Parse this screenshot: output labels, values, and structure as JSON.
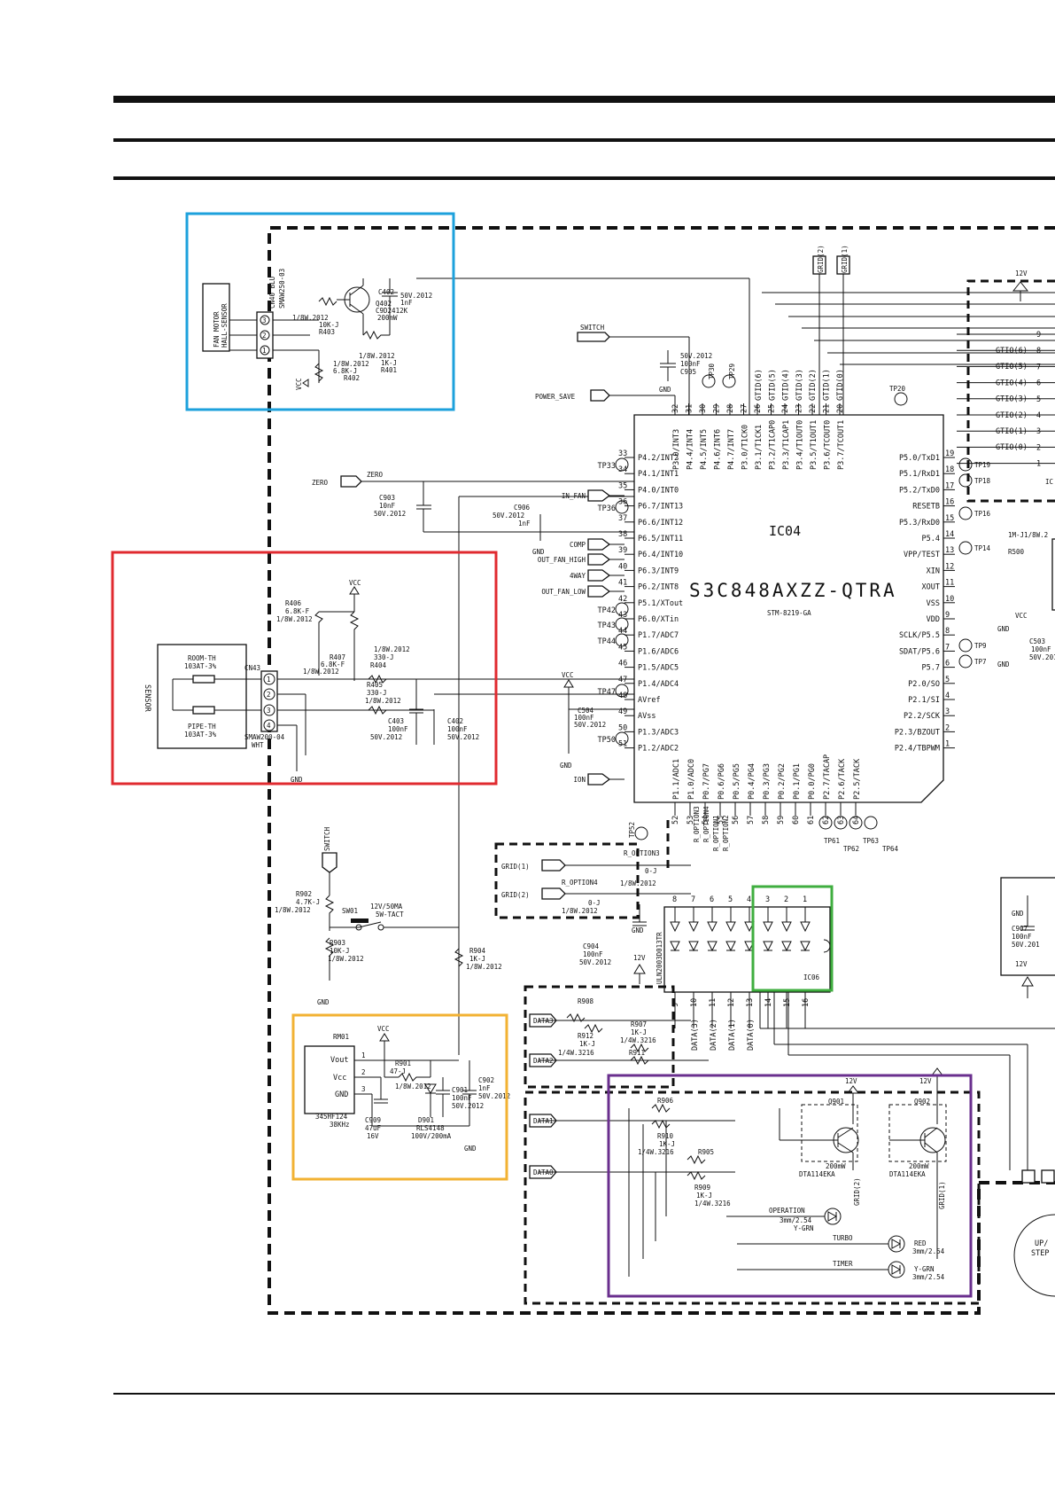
{
  "highlight_colors": {
    "blue": "#1da1dc",
    "red": "#e02a2f",
    "orange": "#f2b233",
    "green": "#3fae3f",
    "purple": "#6a2f8e"
  },
  "ic04": {
    "ref": "IC04",
    "part": "S3C848AXZZ-QTRA",
    "sub": "STM-8219-GA",
    "left_pins": [
      {
        "n": "33",
        "name": "P4.2/INT2"
      },
      {
        "n": "34",
        "name": "P4.1/INT1"
      },
      {
        "n": "35",
        "name": "P4.0/INT0"
      },
      {
        "n": "36",
        "name": "P6.7/INT13"
      },
      {
        "n": "37",
        "name": "P6.6/INT12"
      },
      {
        "n": "38",
        "name": "P6.5/INT11"
      },
      {
        "n": "39",
        "name": "P6.4/INT10"
      },
      {
        "n": "40",
        "name": "P6.3/INT9"
      },
      {
        "n": "41",
        "name": "P6.2/INT8"
      },
      {
        "n": "42",
        "name": "P5.1/XTout"
      },
      {
        "n": "43",
        "name": "P6.0/XTin"
      },
      {
        "n": "44",
        "name": "P1.7/ADC7"
      },
      {
        "n": "45",
        "name": "P1.6/ADC6"
      },
      {
        "n": "46",
        "name": "P1.5/ADC5"
      },
      {
        "n": "47",
        "name": "P1.4/ADC4"
      },
      {
        "n": "48",
        "name": "AVref"
      },
      {
        "n": "49",
        "name": "AVss"
      },
      {
        "n": "50",
        "name": "P1.3/ADC3"
      },
      {
        "n": "51",
        "name": "P1.2/ADC2"
      }
    ],
    "right_pins": [
      {
        "n": "19",
        "name": "P5.0/TxD1"
      },
      {
        "n": "18",
        "name": "P5.1/RxD1"
      },
      {
        "n": "17",
        "name": "P5.2/TxD0"
      },
      {
        "n": "16",
        "name": "RESETB"
      },
      {
        "n": "15",
        "name": "P5.3/RxD0"
      },
      {
        "n": "14",
        "name": "P5.4"
      },
      {
        "n": "13",
        "name": "VPP/TEST"
      },
      {
        "n": "12",
        "name": "XIN"
      },
      {
        "n": "11",
        "name": "XOUT"
      },
      {
        "n": "10",
        "name": "VSS"
      },
      {
        "n": "9",
        "name": "VDD"
      },
      {
        "n": "8",
        "name": "SCLK/P5.5"
      },
      {
        "n": "7",
        "name": "SDAT/P5.6"
      },
      {
        "n": "6",
        "name": "P5.7"
      },
      {
        "n": "5",
        "name": "P2.0/SO"
      },
      {
        "n": "4",
        "name": "P2.1/SI"
      },
      {
        "n": "3",
        "name": "P2.2/SCK"
      },
      {
        "n": "2",
        "name": "P2.3/BZOUT"
      },
      {
        "n": "1",
        "name": "P2.4/TBPWM"
      }
    ],
    "top_pins": [
      {
        "n": "32",
        "name": "P3.0/INT3"
      },
      {
        "n": "31",
        "name": "P4.4/INT4"
      },
      {
        "n": "30",
        "name": "P4.5/INT5"
      },
      {
        "n": "29",
        "name": "P4.6/INT6"
      },
      {
        "n": "28",
        "name": "P4.7/INT7"
      },
      {
        "n": "27",
        "name": "P3.0/T1CK0"
      },
      {
        "n": "26",
        "name": "P3.1/T1CK1"
      },
      {
        "n": "25",
        "name": "P3.2/T1CAP0"
      },
      {
        "n": "24",
        "name": "P3.3/T1CAP1"
      },
      {
        "n": "23",
        "name": "P3.4/T1OUT0"
      },
      {
        "n": "22",
        "name": "P3.5/T1OUT1"
      },
      {
        "n": "21",
        "name": "P3.6/TCOUT0"
      },
      {
        "n": "20",
        "name": "P3.7/TCOUT1"
      }
    ],
    "bottom_pins": [
      {
        "n": "52",
        "name": "P1.1/ADC1"
      },
      {
        "n": "53",
        "name": "P1.0/ADC0"
      },
      {
        "n": "54",
        "name": "P0.7/PG7"
      },
      {
        "n": "55",
        "name": "P0.6/PG6"
      },
      {
        "n": "56",
        "name": "P0.5/PG5"
      },
      {
        "n": "57",
        "name": "P0.4/PG4"
      },
      {
        "n": "58",
        "name": "P0.3/PG3"
      },
      {
        "n": "59",
        "name": "P0.2/PG2"
      },
      {
        "n": "60",
        "name": "P0.1/PG1"
      },
      {
        "n": "61",
        "name": "P0.0/PG0"
      },
      {
        "n": "62",
        "name": "P2.7/TACAP"
      },
      {
        "n": "63",
        "name": "P2.6/TACK"
      },
      {
        "n": "64",
        "name": "P2.5/TACK"
      }
    ],
    "grid_nets": [
      "GTID(6)",
      "GTID(5)",
      "GTID(4)",
      "GTID(3)",
      "GTID(2)",
      "GTID(1)",
      "GTID(0)"
    ]
  },
  "left_nets": [
    {
      "label": "TP33"
    },
    {
      "label": "IN_FAN"
    },
    {
      "label": "TP36"
    },
    {
      "label": "COMP"
    },
    {
      "label": "OUT_FAN_HIGH"
    },
    {
      "label": "4WAY"
    },
    {
      "label": "OUT_FAN_LOW"
    },
    {
      "label": "TP42"
    },
    {
      "label": "TP43"
    },
    {
      "label": "TP44"
    },
    {
      "label": "TP47"
    },
    {
      "label": "TP50"
    },
    {
      "label": "ION"
    }
  ],
  "top_nets": {
    "switch": "SWITCH",
    "power_save": "POWER_SAVE",
    "zero": "ZERO",
    "zero_tag": "ZERO",
    "c905": [
      "50V.2012",
      "100nF",
      "C905"
    ],
    "gnd": "GND",
    "tp30": "TP30",
    "tp29": "TP29",
    "tp20": "TP20",
    "grid2": "GRID(2)",
    "grid1": "GRID(1)",
    "v12": "12V"
  },
  "caps_zero": {
    "c903": [
      "C903",
      "10nF",
      "50V.2012"
    ],
    "c906": [
      "C906",
      "50V.2012",
      "1nF"
    ],
    "gnd": "GND"
  },
  "right_side": {
    "gtio": [
      "GTIO(6)",
      "GTIO(5)",
      "GTIO(4)",
      "GTIO(3)",
      "GTIO(2)",
      "GTIO(1)",
      "GTIO(0)"
    ],
    "gtio_pins": [
      "9",
      "8",
      "7",
      "6",
      "5",
      "4",
      "3",
      "2",
      "1"
    ],
    "tps": [
      "TP19",
      "TP18",
      "TP16",
      "TP14",
      "TP9",
      "TP7"
    ],
    "misc": [
      "1M-J1/8W.2",
      "R500",
      "VCC",
      "GND",
      "C503",
      "100nF",
      "50V.201",
      "GND",
      "IC"
    ],
    "c907": [
      "C907",
      "100nF",
      "50V.201",
      "GND",
      "12V"
    ],
    "motor": [
      "UP/",
      "STEP"
    ]
  },
  "fan_sensor": {
    "conn": [
      "FAN MOTOR",
      "HALL-SENSOR"
    ],
    "cn_label": "CN40 BLU",
    "cn_part": "SMAW250-03",
    "pins": [
      "3",
      "2",
      "1"
    ],
    "labels": [
      "C402",
      "50V.2012",
      "1nF",
      "Q402",
      "C9D2412K",
      "200mW",
      "R403",
      "1/8W.2012",
      "10K-J",
      "1/8W.2012",
      "1K-J",
      "R401",
      "1/8W.2012",
      "6.8K-J",
      "R402",
      "VCC"
    ]
  },
  "room_sensor": {
    "box_label": "SENSOR",
    "rows": [
      {
        "name": "ROOM-TH",
        "spec": "103AT-3%"
      },
      {
        "name": "PIPE-TH",
        "spec": "103AT-3%"
      }
    ],
    "cn": "CN43",
    "cn_part": "SMAW200-04",
    "cn_color": "WHT",
    "pins": [
      "1",
      "2",
      "3",
      "4"
    ],
    "labels": [
      "VCC",
      "R406",
      "6.8K-F",
      "1/8W.2012",
      "R407",
      "6.8K-F",
      "1/8W.2012",
      "1/8W.2012",
      "330-J",
      "R404",
      "R405",
      "330-J",
      "1/8W.2012",
      "C403",
      "100nF",
      "50V.2012",
      "C402",
      "100nF",
      "50V.2012",
      "GND"
    ]
  },
  "misc_left": {
    "vref": [
      "C504",
      "100nF",
      "50V.2012",
      "VCC",
      "GND"
    ],
    "tp52": "TP52",
    "switch_circuit": [
      "SWITCH",
      "R902",
      "4.7K-J",
      "1/8W.2012",
      "SW01",
      "12V/50MA",
      "5W-TACT",
      "R903",
      "10K-J",
      "1/8W.2012",
      "GND",
      "R904",
      "1K-J",
      "1/8W.2012"
    ]
  },
  "options": {
    "grid1": "GRID(1)",
    "grid2": "GRID(2)",
    "labels": [
      "R_OPTION3",
      "0-J",
      "R_OPTION4",
      "1/8W.2012",
      "0-J",
      "1/8W.2012",
      "R_OPTION3",
      "R_OPTION4",
      "R_OPTION1",
      "R_OPTION2"
    ],
    "c904": [
      "C904",
      "100nF",
      "50V.2012"
    ],
    "gnd": "GND",
    "v12": "12V"
  },
  "ic06": {
    "ref": "IC06",
    "part": "ULN2003D013TR",
    "top_pins": [
      "8",
      "7",
      "6",
      "5",
      "4",
      "3",
      "2",
      "1"
    ],
    "bottom_pins": [
      "9",
      "10",
      "11",
      "12",
      "13",
      "14",
      "15",
      "16"
    ],
    "data_nets": [
      "DATA(3)",
      "DATA(2)",
      "DATA(1)",
      "DATA(0)"
    ]
  },
  "tp_bottom": [
    "TP61",
    "TP62",
    "TP63",
    "TP64"
  ],
  "remote": {
    "ref": "RM01",
    "part": "345HF124",
    "freq": "38KHz",
    "pins": [
      {
        "n": "1",
        "name": "Vout"
      },
      {
        "n": "2",
        "name": "Vcc"
      },
      {
        "n": "3",
        "name": "GND"
      }
    ],
    "labels": [
      "VCC",
      "R901",
      "47-J",
      "1/8W.2012",
      "C901",
      "100nF",
      "50V.2012",
      "C902",
      "1nF",
      "50V.2012",
      "C909",
      "47uF",
      "16V",
      "D901",
      "RLS4148",
      "100V/200mA",
      "GND"
    ]
  },
  "data_block": {
    "tags": [
      "DATA3",
      "DATA2",
      "DATA1",
      "DATA0"
    ],
    "labels": [
      "R908",
      "R912",
      "1K-J",
      "1/4W.3216",
      "R907",
      "1K-J",
      "1/4W.3216",
      "R911"
    ]
  },
  "led_block": {
    "labels": [
      "R906",
      "R910",
      "1K-J",
      "1/4W.3216",
      "R905",
      "R909",
      "1K-J",
      "1/4W.3216",
      "12V",
      "Q901",
      "200mW",
      "DTA114EKA",
      "GRID(2)",
      "Q902",
      "200mW",
      "DTA114EKA",
      "GRID(1)",
      "12V"
    ],
    "leds": [
      {
        "name": "OPERATION",
        "spec": "3mm/2.54",
        "color": "Y-GRN"
      },
      {
        "name": "TURBO",
        "spec": "3mm/2.54",
        "color": "RED"
      },
      {
        "name": "TIMER",
        "spec": "3mm/2.54",
        "color": "Y-GRN"
      }
    ]
  }
}
